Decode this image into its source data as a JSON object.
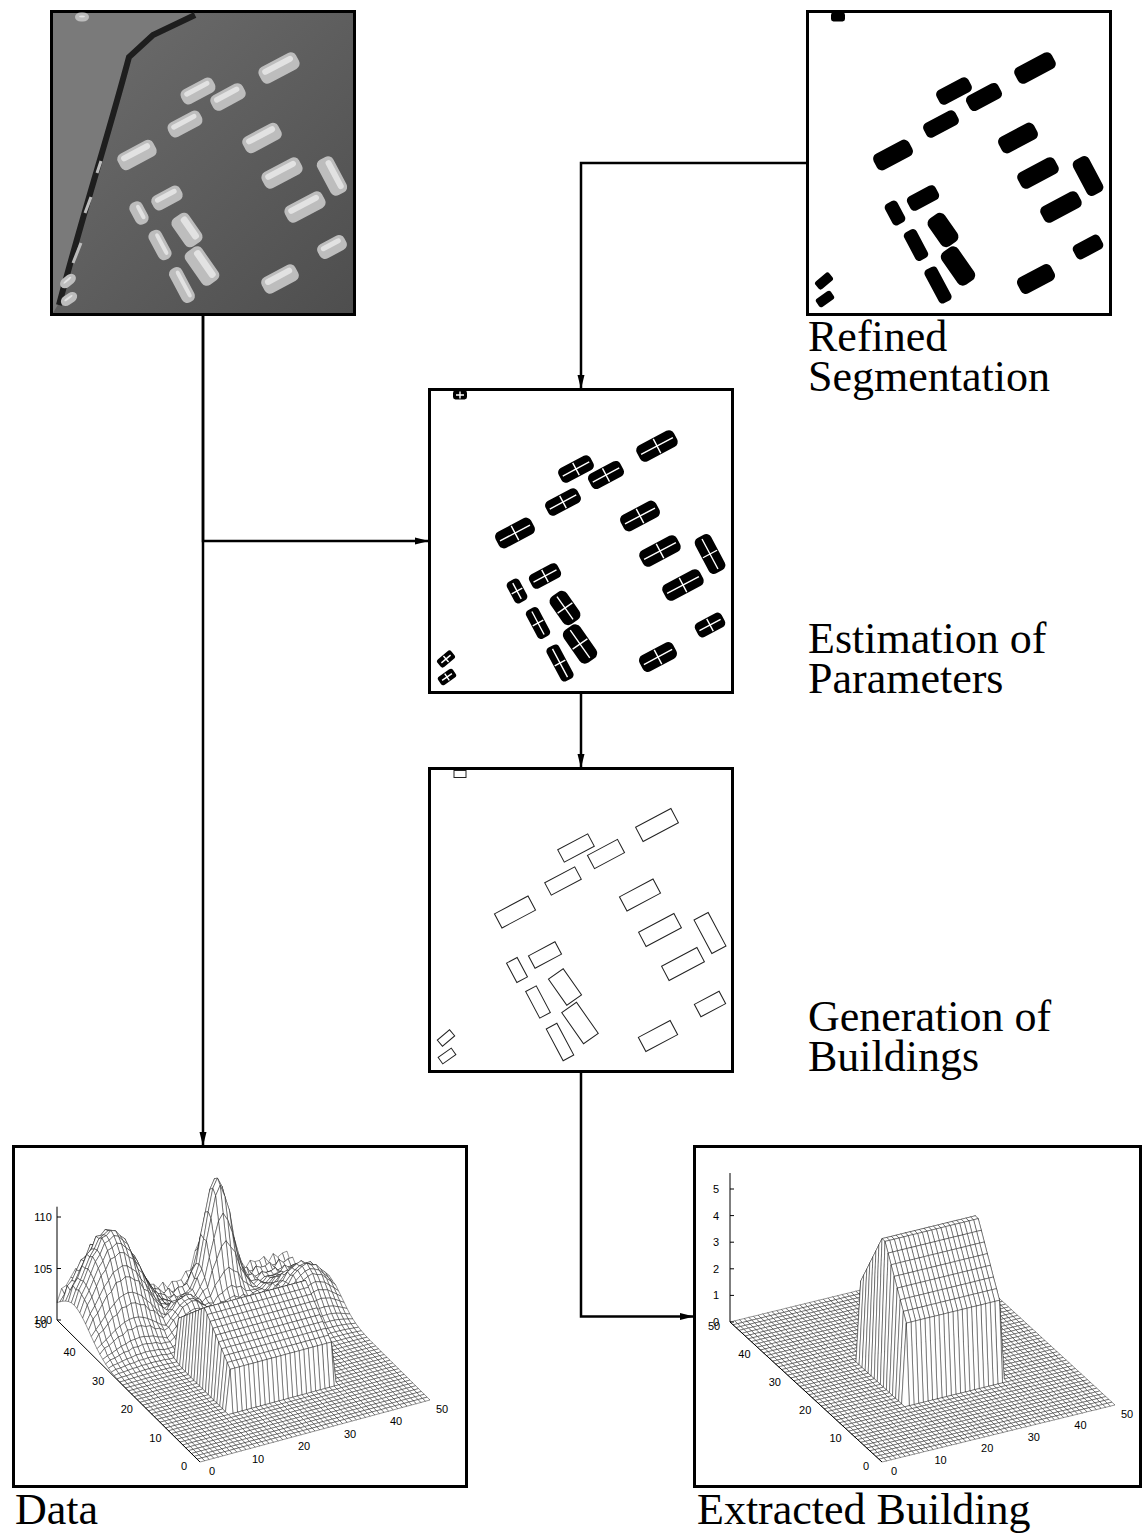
{
  "diagram": {
    "nodes": [
      {
        "text": []
      },
      {
        "text": [
          "Refined Segmentation"
        ]
      },
      {
        "text": [
          "Estimation of Parameters"
        ]
      },
      {
        "text": [
          "Generation of Buildings"
        ]
      },
      {
        "text": [
          "Data"
        ]
      },
      {
        "text": [
          "Extracted Building"
        ]
      }
    ],
    "edges": [
      {
        "from": 0,
        "to": 4,
        "arrow": "to"
      },
      {
        "from": 0,
        "to": 2,
        "arrow": "to"
      },
      {
        "from": 1,
        "to": 2,
        "arrow": "to"
      },
      {
        "from": 2,
        "to": 3,
        "arrow": "to"
      },
      {
        "from": 3,
        "to": 5,
        "arrow": "to"
      }
    ],
    "labels": [
      "110",
      "105",
      "100",
      "50",
      "40",
      "30",
      "20",
      "10",
      "0",
      "0",
      "10",
      "20",
      "30",
      "40",
      "50",
      "5",
      "4",
      "3",
      "2",
      "1",
      "0",
      "50",
      "40",
      "30",
      "20",
      "10",
      "0",
      "0",
      "10",
      "20",
      "30",
      "40",
      "50"
    ]
  }
}
